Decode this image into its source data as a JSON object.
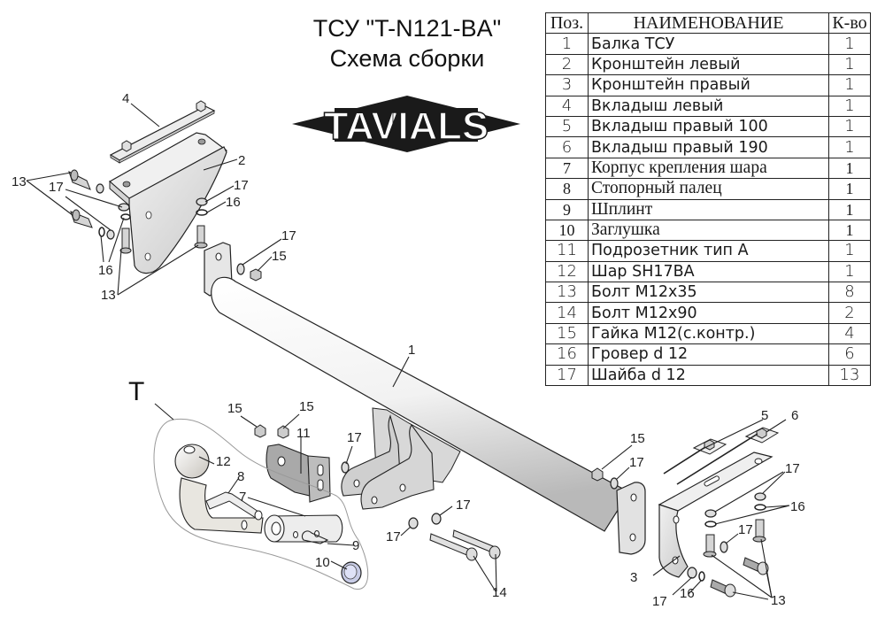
{
  "header": {
    "title": "ТСУ \"T-N121-BA\"",
    "subtitle": "Схема сборки",
    "logo_text": "TAVIALS"
  },
  "parts_table": {
    "columns": [
      "Поз.",
      "НАИМЕНОВАНИЕ",
      "К-во"
    ],
    "rows": [
      {
        "pos": "1",
        "name": "Балка ТСУ",
        "qty": "1"
      },
      {
        "pos": "2",
        "name": "Кронштейн левый",
        "qty": "1"
      },
      {
        "pos": "3",
        "name": "Кронштейн правый",
        "qty": "1"
      },
      {
        "pos": "4",
        "name": "Вкладыш левый",
        "qty": "1"
      },
      {
        "pos": "5",
        "name": "Вкладыш правый 100",
        "qty": "1"
      },
      {
        "pos": "6",
        "name": "Вкладыш правый 190",
        "qty": "1"
      },
      {
        "pos": "7",
        "name": "Корпус крепления шара",
        "qty": "1"
      },
      {
        "pos": "8",
        "name": "Стопорный палец",
        "qty": "1"
      },
      {
        "pos": "9",
        "name": "Шплинт",
        "qty": "1"
      },
      {
        "pos": "10",
        "name": "Заглушка",
        "qty": "1"
      },
      {
        "pos": "11",
        "name": "Подрозетник тип А",
        "qty": "1"
      },
      {
        "pos": "12",
        "name": "Шар SH17BA",
        "qty": "1"
      },
      {
        "pos": "13",
        "name": "Болт М12х35",
        "qty": "8"
      },
      {
        "pos": "14",
        "name": "Болт М12х90",
        "qty": "2"
      },
      {
        "pos": "15",
        "name": "Гайка М12(с.контр.)",
        "qty": "4"
      },
      {
        "pos": "16",
        "name": "Гровер d 12",
        "qty": "6"
      },
      {
        "pos": "17",
        "name": "Шайба d 12",
        "qty": "13"
      }
    ]
  },
  "diagram": {
    "group_label": "T",
    "callouts": {
      "c1": "1",
      "c2": "2",
      "c3": "3",
      "c4": "4",
      "c5": "5",
      "c6": "6",
      "c7": "7",
      "c8": "8",
      "c9": "9",
      "c10": "10",
      "c11": "11",
      "c12": "12",
      "c13": "13",
      "c14": "14",
      "c15": "15",
      "c16": "16",
      "c17": "17"
    }
  },
  "colors": {
    "part_fill": "#e9e9e9",
    "part_shade": "#cfcfcf",
    "bracket_dark": "#a9a9a9",
    "plug_fill": "#d9def5",
    "line": "#222222"
  }
}
